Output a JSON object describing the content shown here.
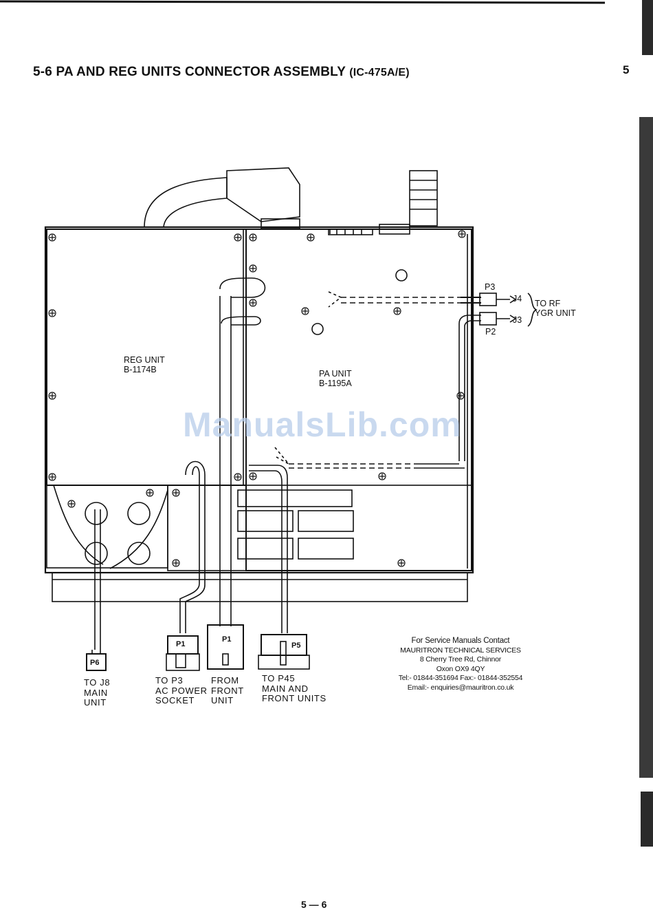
{
  "header": {
    "section_number": "5-6",
    "title": "PA AND REG UNITS CONNECTOR ASSEMBLY",
    "model": "(IC-475A/E)",
    "chapter": "5"
  },
  "diagram": {
    "reg_unit": {
      "name": "REG UNIT",
      "part": "B-1174B"
    },
    "pa_unit": {
      "name": "PA UNIT",
      "part": "B-1195A"
    },
    "rf_connectors": {
      "p3": "P3",
      "p2": "P2",
      "j4": "J4",
      "j3": "J3",
      "destination_line1": "TO RF",
      "destination_line2": "YGR UNIT"
    },
    "plugs": [
      {
        "label": "P6",
        "caption": [
          "TO J8",
          "MAIN",
          "UNIT"
        ]
      },
      {
        "label": "P1",
        "caption": [
          "TO P3",
          "AC POWER",
          "SOCKET"
        ]
      },
      {
        "label": "P1",
        "caption": [
          "FROM",
          "FRONT",
          "UNIT"
        ]
      },
      {
        "label": "P5",
        "caption": [
          "TO P45",
          "MAIN AND",
          "FRONT UNITS"
        ]
      }
    ]
  },
  "contact": {
    "line1": "For Service Manuals Contact",
    "line2": "MAURITRON TECHNICAL SERVICES",
    "line3": "8 Cherry Tree Rd, Chinnor",
    "line4": "Oxon OX9 4QY",
    "line5": "Tel:- 01844-351694 Fax:- 01844-352554",
    "line6": "Email:- enquiries@mauritron.co.uk"
  },
  "watermark": "ManualsLib.com",
  "footer": {
    "page": "5 — 6"
  }
}
